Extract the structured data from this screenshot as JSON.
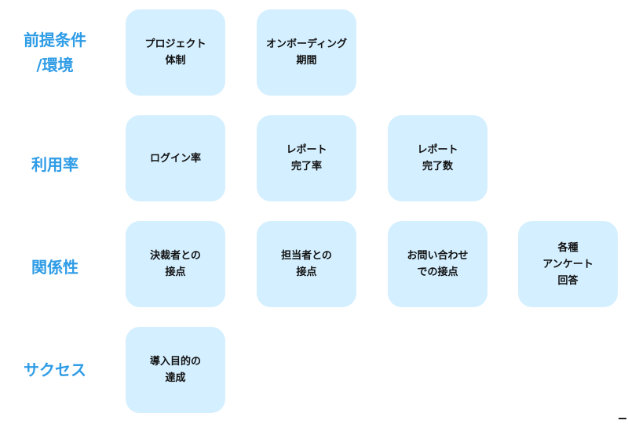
{
  "rows": [
    {
      "label": "前提条件\n/環境",
      "cards": [
        "プロジェクト\n体制",
        "オンボーディング\n期間"
      ]
    },
    {
      "label": "利用率",
      "cards": [
        "ログイン率",
        "レポート\n完了率",
        "レポート\n完了数"
      ]
    },
    {
      "label": "関係性",
      "cards": [
        "決裁者との\n接点",
        "担当者との\n接点",
        "お問い合わせ\nでの接点",
        "各種\nアンケート\n回答"
      ]
    },
    {
      "label": "サクセス",
      "cards": [
        "導入目的の\n達成"
      ]
    }
  ],
  "colors": {
    "label": "#2e9ce6",
    "card_fill": "#d4efff",
    "card_text": "#111111"
  }
}
